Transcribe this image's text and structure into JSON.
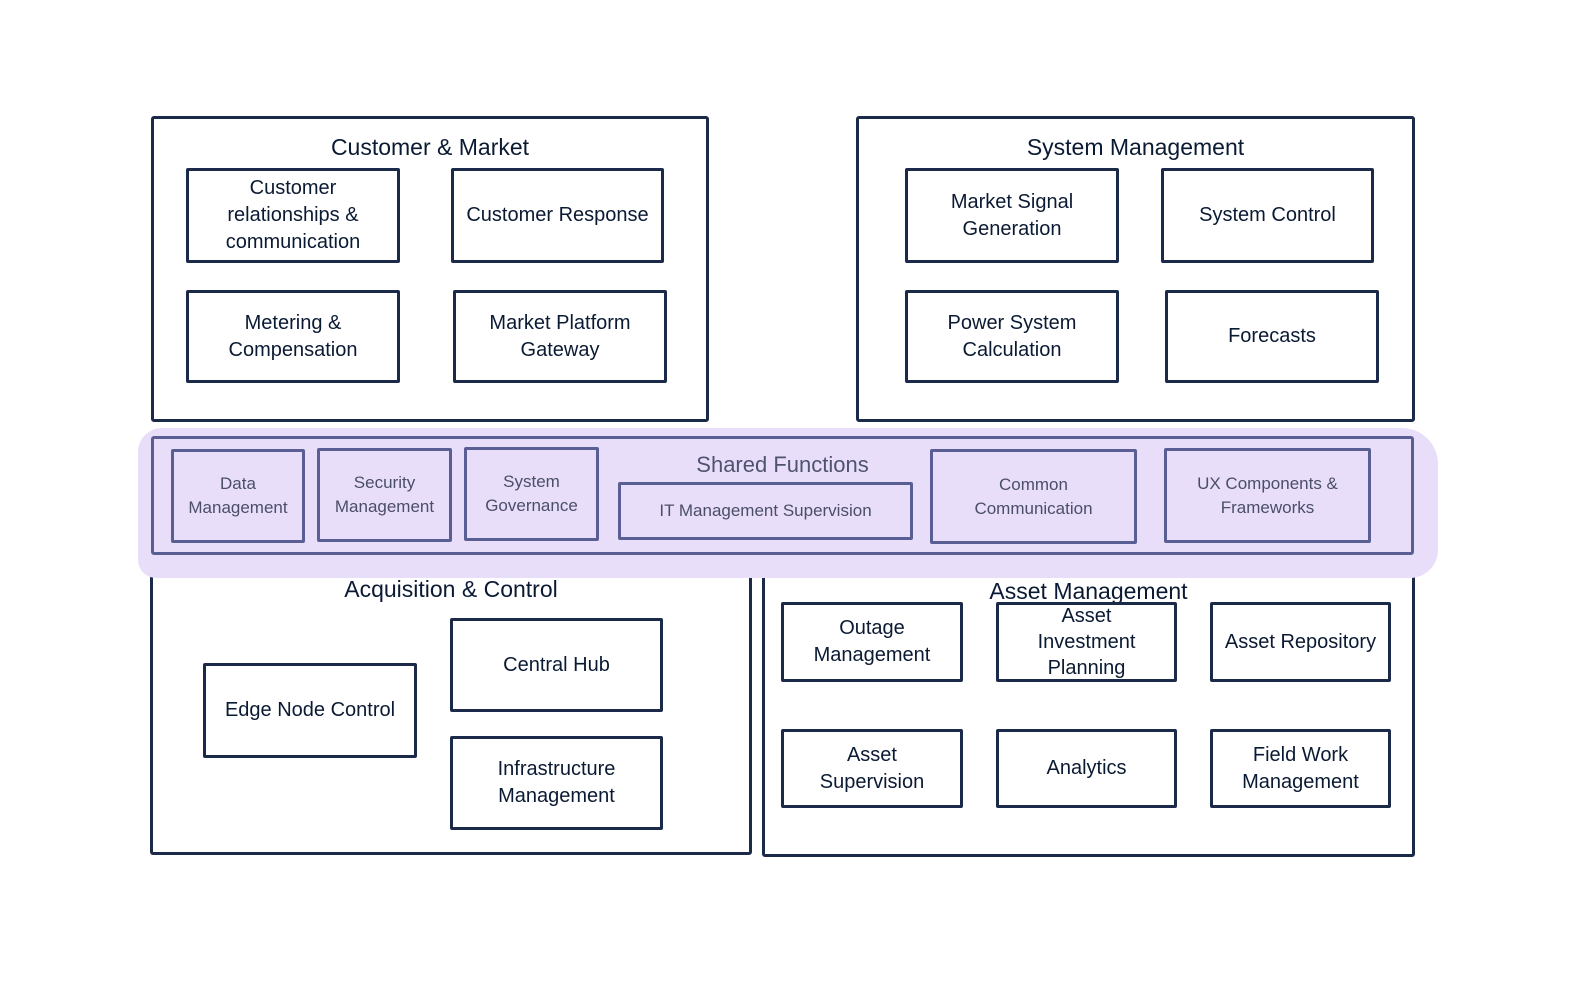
{
  "groups": {
    "customer_market": {
      "title": "Customer & Market",
      "boxes": [
        "Customer\nrelationships &\ncommunication",
        "Customer Response",
        "Metering &\nCompensation",
        "Market Platform\nGateway"
      ]
    },
    "system_management": {
      "title": "System Management",
      "boxes": [
        "Market Signal\nGeneration",
        "System Control",
        "Power System\nCalculation",
        "Forecasts"
      ]
    },
    "shared_functions": {
      "title": "Shared Functions",
      "boxes": [
        "Data\nManagement",
        "Security\nManagement",
        "System\nGovernance",
        "IT Management Supervision",
        "Common\nCommunication",
        "UX Components &\nFrameworks"
      ]
    },
    "acquisition_control": {
      "title": "Acquisition & Control",
      "boxes": [
        "Edge Node Control",
        "Central Hub",
        "Infrastructure\nManagement"
      ]
    },
    "asset_management": {
      "title": "Asset Management",
      "boxes": [
        "Outage\nManagement",
        "Asset\nInvestment\nPlanning",
        "Asset Repository",
        "Asset\nSupervision",
        "Analytics",
        "Field Work\nManagement"
      ]
    }
  },
  "colors": {
    "outline": "#1b2a48",
    "shared_outline": "#5a5f93",
    "shared_highlight": "#e9defa"
  }
}
